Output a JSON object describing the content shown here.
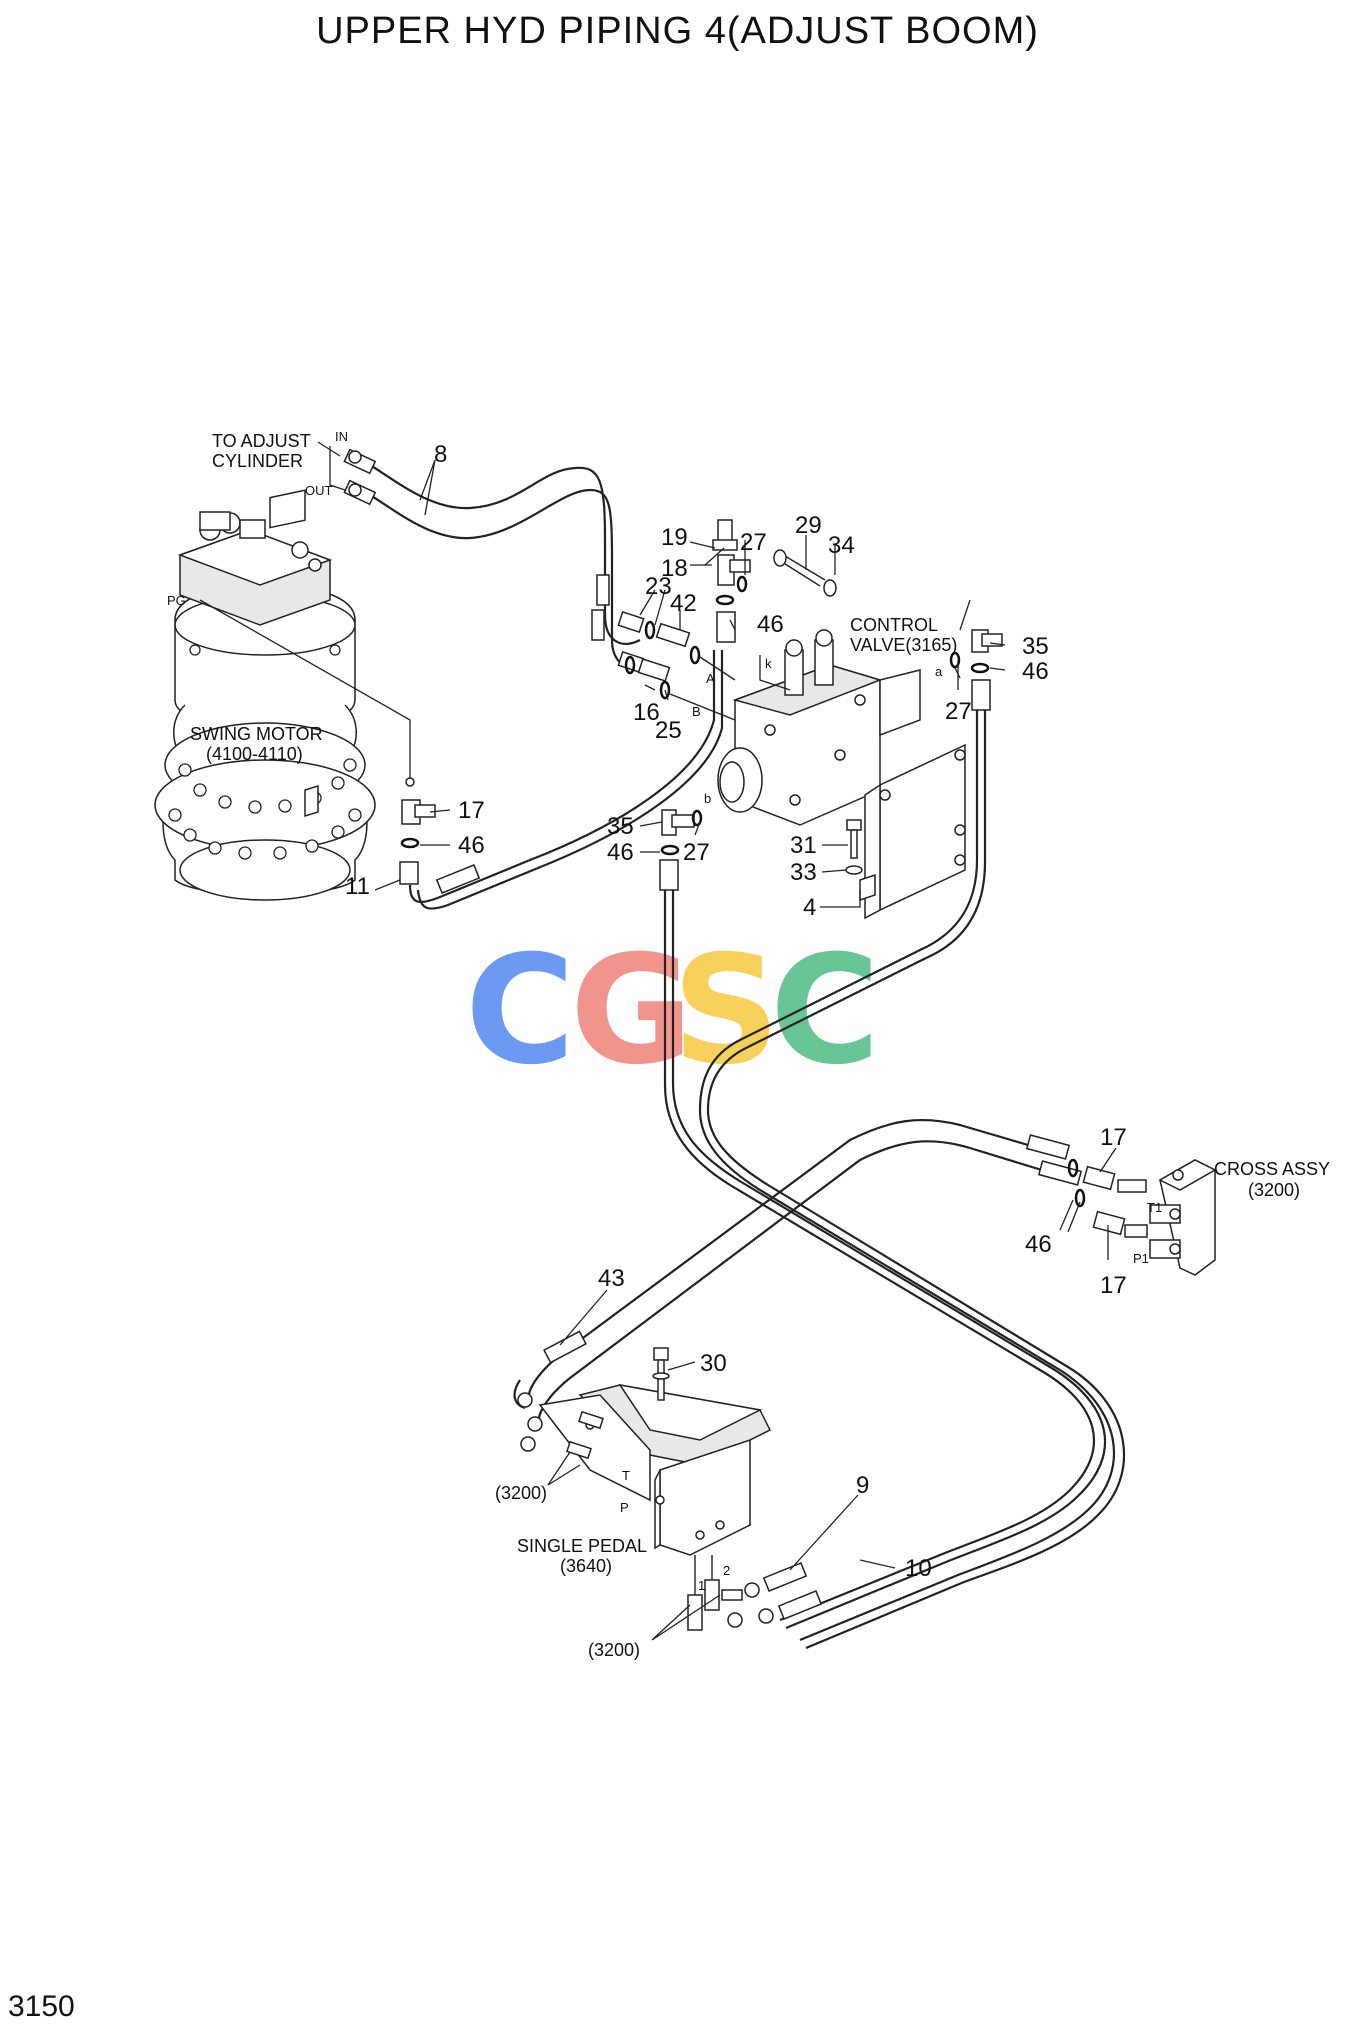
{
  "title": "UPPER HYD PIPING 4(ADJUST BOOM)",
  "page_number": "3150",
  "watermark": {
    "letters": [
      "C",
      "G",
      "S",
      "C"
    ],
    "colors": [
      "#5b8ff0",
      "#f08a80",
      "#f7cd4a",
      "#58bf8a"
    ]
  },
  "notes": {
    "to_adjust_cylinder_1": "TO ADJUST",
    "to_adjust_cylinder_2": "CYLINDER",
    "in": "IN",
    "out": "OUT",
    "pg": "PG",
    "swing_motor_1": "SWING MOTOR",
    "swing_motor_2": "(4100-4110)",
    "control_valve_1": "CONTROL",
    "control_valve_2": "VALVE(3165)",
    "cross_assy_1": "CROSS ASSY",
    "cross_assy_2": "(3200)",
    "single_pedal_1": "SINGLE PEDAL",
    "single_pedal_2": "(3640)",
    "ref_3200_a": "(3200)",
    "ref_3200_b": "(3200)"
  },
  "ports": {
    "k": "k",
    "A": "A",
    "B": "B",
    "a": "a",
    "b": "b",
    "T1": "T1",
    "P1": "P1",
    "T": "T",
    "P": "P",
    "p1": "1",
    "p2": "2"
  },
  "part_numbers": {
    "p8": "8",
    "p19": "19",
    "p27a": "27",
    "p29": "29",
    "p34": "34",
    "p18": "18",
    "p23": "23",
    "p42": "42",
    "p46a": "46",
    "p35a": "35",
    "p46b": "46",
    "p27b": "27",
    "p16": "16",
    "p25": "25",
    "p17a": "17",
    "p46c": "46",
    "p11": "11",
    "p35b": "35",
    "p46d": "46",
    "p27c": "27",
    "p31": "31",
    "p33": "33",
    "p4": "4",
    "p17b": "17",
    "p46e": "46",
    "p17c": "17",
    "p43": "43",
    "p30": "30",
    "p9": "9",
    "p10": "10"
  }
}
